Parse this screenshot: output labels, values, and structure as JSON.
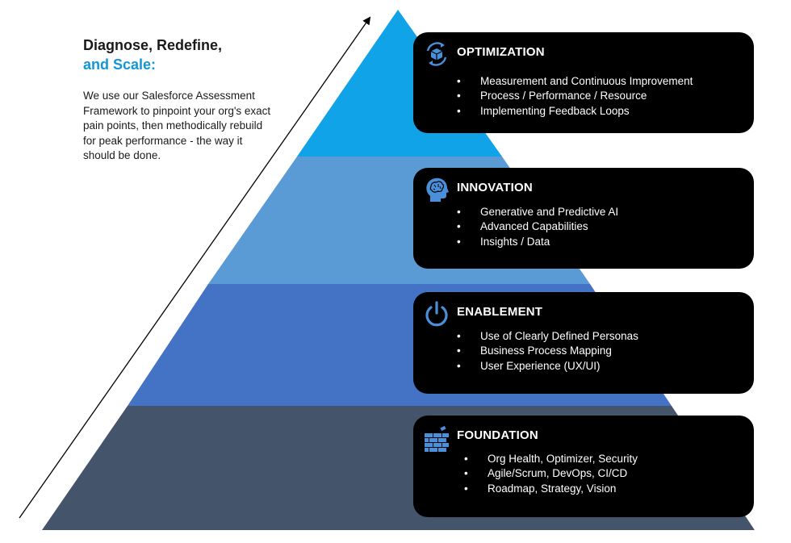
{
  "heading": {
    "line1": "Diagnose, Redefine,",
    "line2": "and Scale:"
  },
  "intro": "We use our Salesforce Assessment Framework to pinpoint your org's exact pain points, then methodically rebuild for peak performance - the way it should be done.",
  "colors": {
    "accent": "#1296d8",
    "tier_optimization": "#11a3e8",
    "tier_innovation": "#5b9bd5",
    "tier_enablement": "#4472c4",
    "tier_foundation": "#44546a",
    "card_background": "#000000",
    "icon": "#4a8fd9"
  },
  "tiers": [
    {
      "title": "OPTIMIZATION",
      "icon": "cycle-box-icon",
      "bullets": [
        "Measurement and Continuous Improvement",
        "Process / Performance / Resource",
        "Implementing Feedback Loops"
      ]
    },
    {
      "title": "INNOVATION",
      "icon": "brain-head-icon",
      "bullets": [
        "Generative and Predictive AI",
        "Advanced Capabilities",
        "Insights / Data"
      ]
    },
    {
      "title": "ENABLEMENT",
      "icon": "power-icon",
      "bullets": [
        "Use of Clearly Defined Personas",
        "Business Process Mapping",
        "User Experience (UX/UI)"
      ]
    },
    {
      "title": "FOUNDATION",
      "icon": "brick-wall-icon",
      "bullets": [
        "Org Health, Optimizer, Security",
        "Agile/Scrum, DevOps, CI/CD",
        "Roadmap, Strategy, Vision"
      ]
    }
  ]
}
